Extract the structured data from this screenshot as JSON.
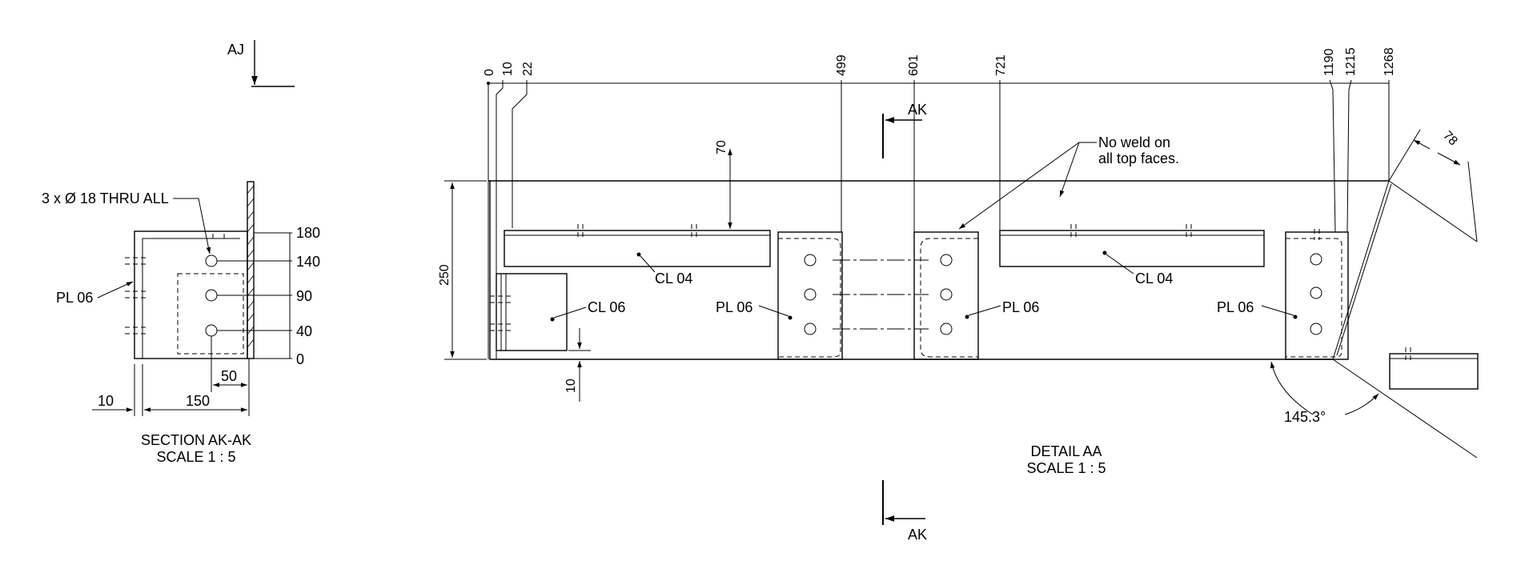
{
  "view_labels": {
    "aj": "AJ",
    "ak_top": "AK",
    "ak_bottom": "AK"
  },
  "section_view": {
    "title": "SECTION AK-AK",
    "scale": "SCALE 1 : 5",
    "hole_note": "3 x Ø 18 THRU ALL",
    "plate_label": "PL 06",
    "ordinates": [
      "180",
      "140",
      "90",
      "40",
      "0"
    ],
    "dim_50": "50",
    "dim_10": "10",
    "dim_150": "150"
  },
  "detail_view": {
    "title": "DETAIL AA",
    "scale": "SCALE 1 : 5",
    "top_ordinates": [
      "0",
      "10",
      "22",
      "499",
      "601",
      "721",
      "1190",
      "1215",
      "1268"
    ],
    "dim_250": "250",
    "dim_70": "70",
    "dim_10": "10",
    "dim_78": "78",
    "angle": "145.3°",
    "weld_note_line1": "No weld on",
    "weld_note_line2": "all top faces.",
    "labels": {
      "cl04_left": "CL 04",
      "cl04_right": "CL 04",
      "cl06": "CL 06",
      "pl06_a": "PL 06",
      "pl06_b": "PL 06",
      "pl06_c": "PL 06"
    }
  }
}
